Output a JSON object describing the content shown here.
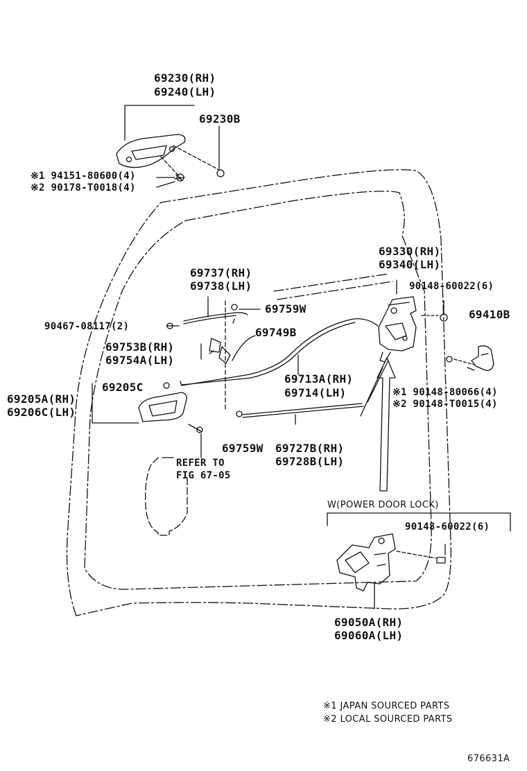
{
  "colors": {
    "line": "#111111",
    "background": "#ffffff"
  },
  "labels": {
    "p69230": "69230(RH)",
    "p69240": "69240(LH)",
    "p69230b": "69230B",
    "s1_94151": "※1 94151-80600(4)",
    "s2_90178": "※2 90178-T0018(4)",
    "p69330": "69330(RH)",
    "p69340": "69340(LH)",
    "b90148_6": "90148-60022(6)",
    "p69410b": "69410B",
    "p69737": "69737(RH)",
    "p69738": "69738(LH)",
    "p69759w_top": "69759W",
    "b90467": "90467-08117(2)",
    "p69749b": "69749B",
    "p69753b": "69753B(RH)",
    "p69754a": "69754A(LH)",
    "p69713a": "69713A(RH)",
    "p69714": "69714(LH)",
    "p69205c": "69205C",
    "p69205a": "69205A(RH)",
    "p69206c": "69206C(LH)",
    "s1_90148": "※1 90148-80066(4)",
    "s2_90148": "※2 90148-T0015(4)",
    "p69759w_bot": "69759W",
    "p69727b": "69727B(RH)",
    "p69728b": "69728B(LH)",
    "refer": "REFER TO",
    "fig": "FIG 67-05",
    "power_lock": "W(POWER DOOR LOCK)",
    "b90148_6b": "90148-60022(6)",
    "p69050a": "69050A(RH)",
    "p69060a": "69060A(LH)"
  },
  "notes": {
    "n1": "※1 JAPAN SOURCED PARTS",
    "n2": "※2 LOCAL SOURCED PARTS"
  },
  "figure_id": "676631A"
}
